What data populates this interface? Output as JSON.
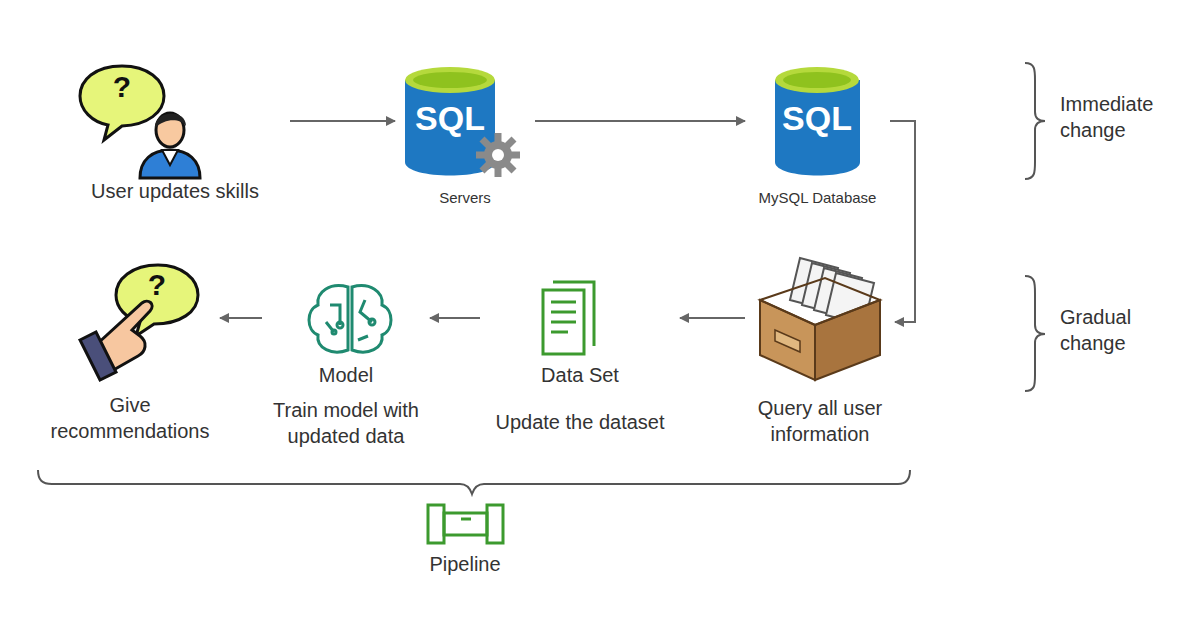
{
  "diagram": {
    "nodes": [
      {
        "text": [
          "User updates skills"
        ]
      },
      {
        "text": [
          "Servers"
        ]
      },
      {
        "text": [
          "MySQL Database"
        ]
      },
      {
        "text": [
          "Query all user information"
        ]
      },
      {
        "text": [
          "Data Set",
          "Update the dataset"
        ]
      },
      {
        "text": [
          "Model",
          "Train model with updated data"
        ]
      },
      {
        "text": [
          "Give recommendations"
        ]
      }
    ],
    "edges": [
      {
        "from": 0,
        "to": 1,
        "arrow": "to"
      },
      {
        "from": 1,
        "to": 2,
        "arrow": "to"
      },
      {
        "from": 2,
        "to": 3,
        "arrow": "to"
      },
      {
        "from": 3,
        "to": 4,
        "arrow": "to"
      },
      {
        "from": 4,
        "to": 5,
        "arrow": "to"
      },
      {
        "from": 5,
        "to": 6,
        "arrow": "to"
      }
    ],
    "labels": [
      "?",
      "SQL",
      "SQL",
      "Immediate change",
      "?",
      "Gradual change",
      "Pipeline"
    ]
  }
}
